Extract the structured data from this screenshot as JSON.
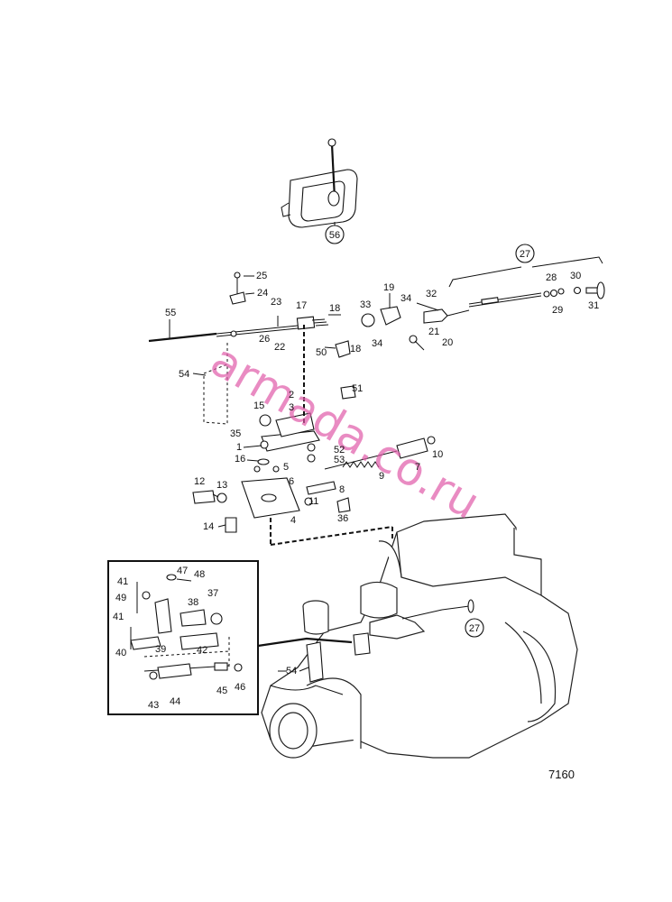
{
  "figure_number": "7160",
  "watermark": "armada.co.ru",
  "callouts": {
    "c56": "56",
    "c27_top": "27",
    "c27_engine": "27"
  },
  "part_labels": {
    "p1": "1",
    "p2": "2",
    "p3": "3",
    "p4": "4",
    "p5": "5",
    "p6": "6",
    "p7": "7",
    "p8": "8",
    "p9": "9",
    "p10": "10",
    "p11": "11",
    "p12": "12",
    "p13": "13",
    "p14": "14",
    "p15": "15",
    "p16": "16",
    "p17": "17",
    "p18a": "18",
    "p18b": "18",
    "p19": "19",
    "p20": "20",
    "p21": "21",
    "p22": "22",
    "p23": "23",
    "p24": "24",
    "p25": "25",
    "p26": "26",
    "p28": "28",
    "p29": "29",
    "p30": "30",
    "p31": "31",
    "p32": "32",
    "p33": "33",
    "p34a": "34",
    "p34b": "34",
    "p35": "35",
    "p36": "36",
    "p37": "37",
    "p38": "38",
    "p39": "39",
    "p40": "40",
    "p41a": "41",
    "p41b": "41",
    "p42": "42",
    "p43": "43",
    "p44": "44",
    "p45": "45",
    "p46": "46",
    "p47": "47",
    "p48": "48",
    "p49": "49",
    "p50": "50",
    "p51": "51",
    "p52": "52",
    "p53": "53",
    "p54a": "54",
    "p54b": "54",
    "p55": "55"
  }
}
